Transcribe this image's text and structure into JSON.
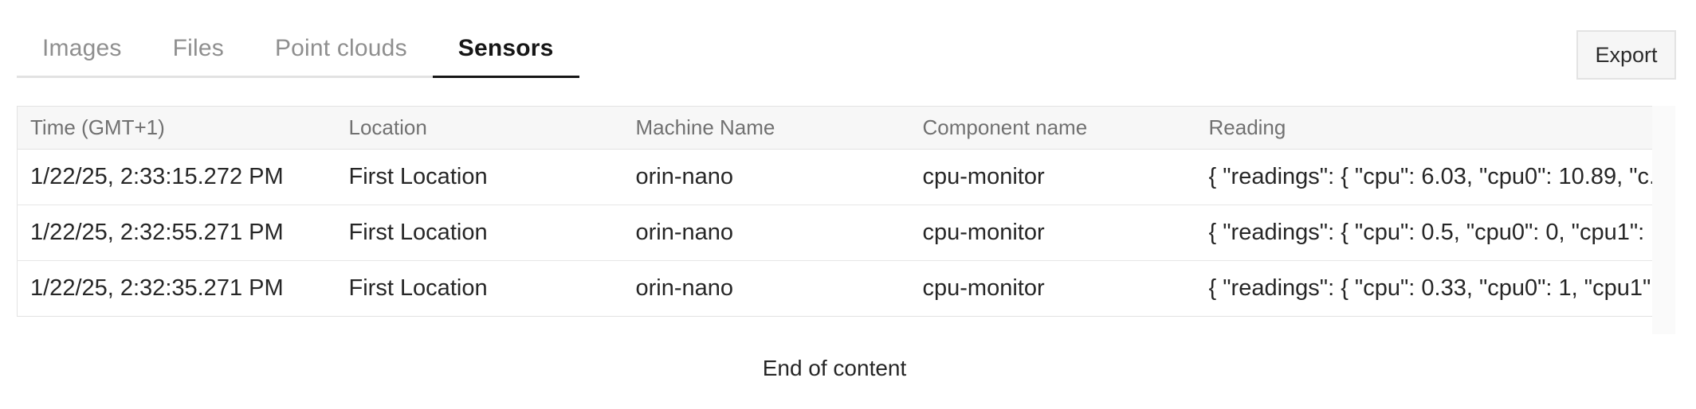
{
  "tabs": [
    {
      "label": "Images",
      "active": false
    },
    {
      "label": "Files",
      "active": false
    },
    {
      "label": "Point clouds",
      "active": false
    },
    {
      "label": "Sensors",
      "active": true
    }
  ],
  "toolbar": {
    "export_label": "Export"
  },
  "table": {
    "columns": {
      "time": "Time (GMT+1)",
      "location": "Location",
      "machine": "Machine Name",
      "component": "Component name",
      "reading": "Reading"
    },
    "rows": [
      {
        "time": "1/22/25, 2:33:15.272 PM",
        "location": "First Location",
        "machine": "orin-nano",
        "component": "cpu-monitor",
        "reading": "{ \"readings\": { \"cpu\": 6.03, \"cpu0\": 10.89, \"c..."
      },
      {
        "time": "1/22/25, 2:32:55.271 PM",
        "location": "First Location",
        "machine": "orin-nano",
        "component": "cpu-monitor",
        "reading": "{ \"readings\": { \"cpu\": 0.5, \"cpu0\": 0, \"cpu1\": ..."
      },
      {
        "time": "1/22/25, 2:32:35.271 PM",
        "location": "First Location",
        "machine": "orin-nano",
        "component": "cpu-monitor",
        "reading": "{ \"readings\": { \"cpu\": 0.33, \"cpu0\": 1, \"cpu1\"..."
      }
    ]
  },
  "footer": {
    "end_message": "End of content"
  },
  "colors": {
    "active_tab": "#161616",
    "inactive_tab": "#8f8f8f",
    "header_bg": "#f7f7f7",
    "header_text": "#717171",
    "border": "#e3e3e3",
    "cell_text": "#262626",
    "gutter_bg": "#fafafa"
  }
}
